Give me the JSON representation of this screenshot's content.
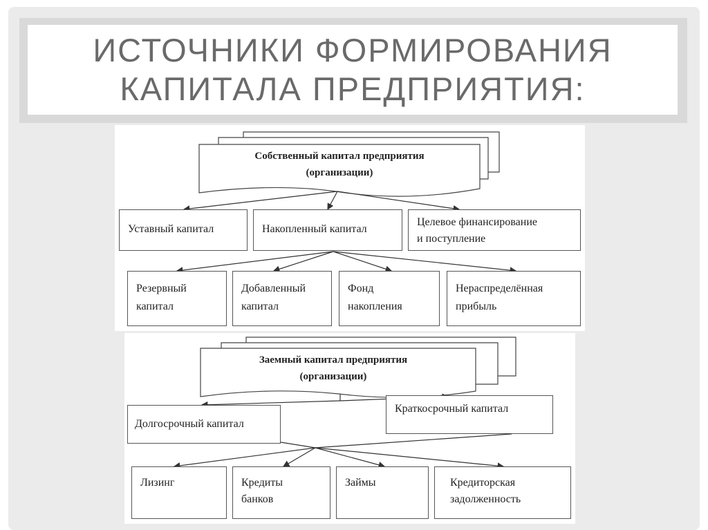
{
  "title": {
    "line1": "Источники формирования",
    "line2": "капитала предприятия:"
  },
  "own_capital": {
    "header": {
      "line1": "Собственный капитал предприятия",
      "line2": "(организации)"
    },
    "level1": {
      "charter": "Уставный капитал",
      "accumulated": "Накопленный капитал",
      "target_line1": "Целевое финансирование",
      "target_line2": "и поступление"
    },
    "level2": {
      "reserve_line1": "Резервный",
      "reserve_line2": "капитал",
      "added_line1": "Добавленный",
      "added_line2": "капитал",
      "fund_line1": "Фонд",
      "fund_line2": "накопления",
      "retained_line1": "Нераспределённая",
      "retained_line2": "прибыль"
    }
  },
  "borrowed_capital": {
    "header": {
      "line1": "Заемный капитал предприятия",
      "line2": "(организации)"
    },
    "level1": {
      "long_term": "Долгосрочный капитал",
      "short_term": "Краткосрочный капитал"
    },
    "level2": {
      "leasing": "Лизинг",
      "loans_line1": "Кредиты",
      "loans_line2": "банков",
      "borrowings": "Займы",
      "payables_line1": "Кредиторская",
      "payables_line2": "задолженность"
    }
  }
}
